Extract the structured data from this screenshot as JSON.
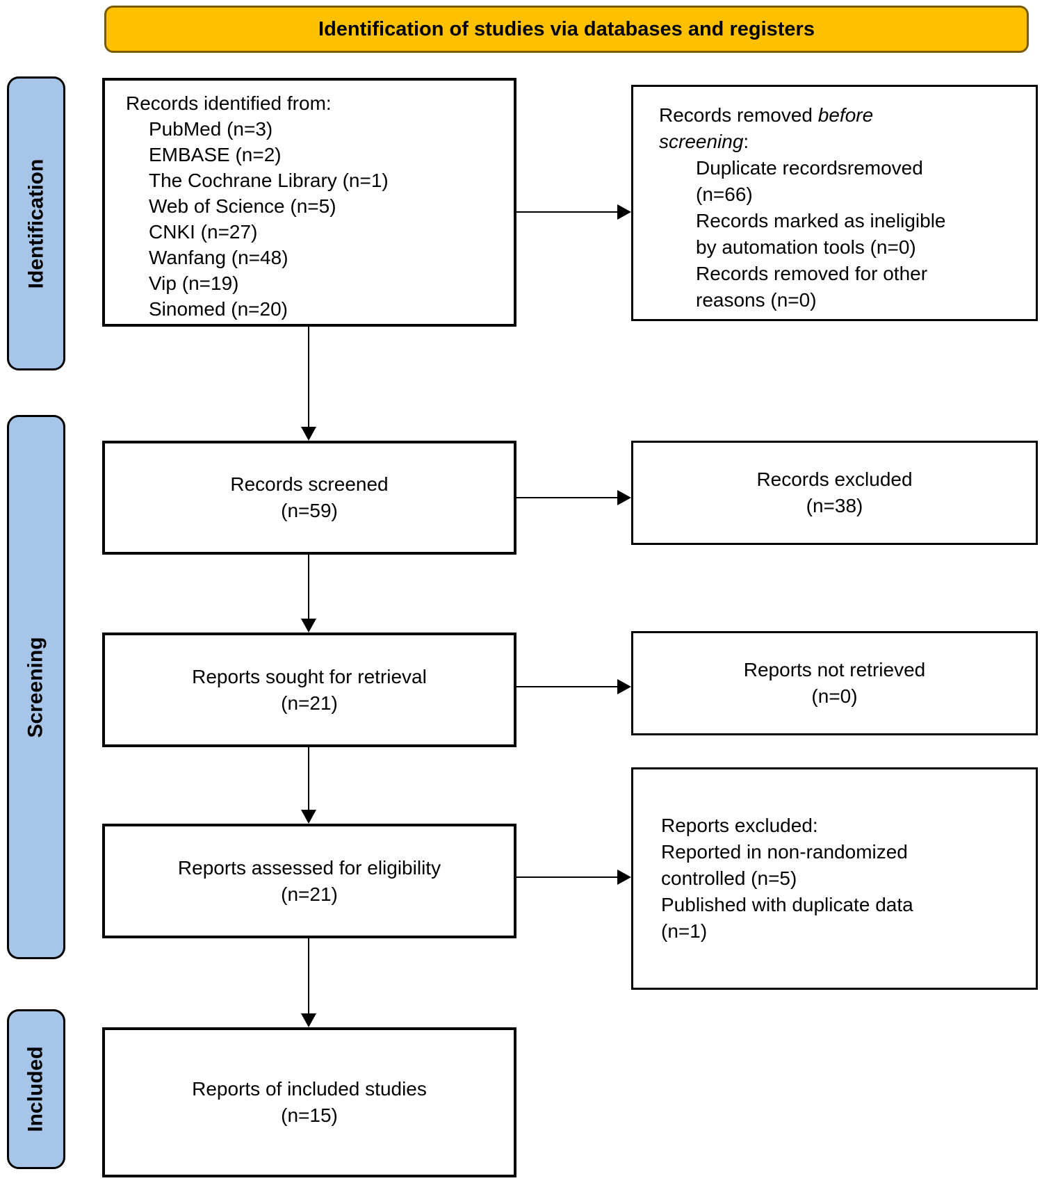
{
  "banner": {
    "label": "Identification of studies via databases and registers"
  },
  "colors": {
    "banner_fill": "#FFC000",
    "banner_border": "#7A5C00",
    "stage_fill": "#A6C5E8"
  },
  "stages": {
    "identification": "Identification",
    "screening": "Screening",
    "included": "Included"
  },
  "boxes": {
    "records_identified": {
      "lines": [
        {
          "t": "Records identified from:"
        },
        {
          "t": "PubMed (n=3)",
          "indent": 1
        },
        {
          "t": "EMBASE (n=2)",
          "indent": 1
        },
        {
          "t": "The Cochrane Library (n=1)",
          "indent": 1
        },
        {
          "t": "Web of Science (n=5)",
          "indent": 1
        },
        {
          "t": "CNKI (n=27)",
          "indent": 1
        },
        {
          "t": "Wanfang (n=48)",
          "indent": 1
        },
        {
          "t": "Vip (n=19)",
          "indent": 1
        },
        {
          "t": "Sinomed (n=20)",
          "indent": 1
        }
      ]
    },
    "records_removed": {
      "lines": [
        {
          "segments": [
            {
              "t": "Records removed "
            },
            {
              "t": "before",
              "i": true
            }
          ]
        },
        {
          "segments": [
            {
              "t": "screening",
              "i": true
            },
            {
              "t": ":"
            }
          ]
        },
        {
          "t": "Duplicate recordsremoved",
          "indent": 1
        },
        {
          "t": "(n=66)",
          "indent": 1
        },
        {
          "t": "Records marked as ineligible",
          "indent": 1
        },
        {
          "t": "by automation tools (n=0)",
          "indent": 1
        },
        {
          "t": "Records removed for other",
          "indent": 1
        },
        {
          "t": "reasons (n=0)",
          "indent": 1
        }
      ]
    },
    "records_screened": {
      "lines": [
        {
          "t": "Records screened"
        },
        {
          "t": "(n=59)"
        }
      ]
    },
    "records_excluded": {
      "lines": [
        {
          "t": "Records excluded"
        },
        {
          "t": "(n=38)"
        }
      ]
    },
    "reports_sought": {
      "lines": [
        {
          "t": "Reports sought for retrieval"
        },
        {
          "t": "(n=21)"
        }
      ]
    },
    "reports_not_retrieved": {
      "lines": [
        {
          "t": "Reports not retrieved"
        },
        {
          "t": "(n=0)"
        }
      ]
    },
    "reports_assessed": {
      "lines": [
        {
          "t": "Reports assessed for eligibility"
        },
        {
          "t": "(n=21)"
        }
      ]
    },
    "reports_excluded": {
      "lines": [
        {
          "t": "Reports excluded:"
        },
        {
          "t": "Reported in non-randomized"
        },
        {
          "t": "controlled (n=5)"
        },
        {
          "t": "Published with duplicate data"
        },
        {
          "t": "(n=1)"
        }
      ]
    },
    "included_studies": {
      "lines": [
        {
          "t": "Reports of included studies"
        },
        {
          "t": "(n=15)"
        }
      ]
    }
  }
}
